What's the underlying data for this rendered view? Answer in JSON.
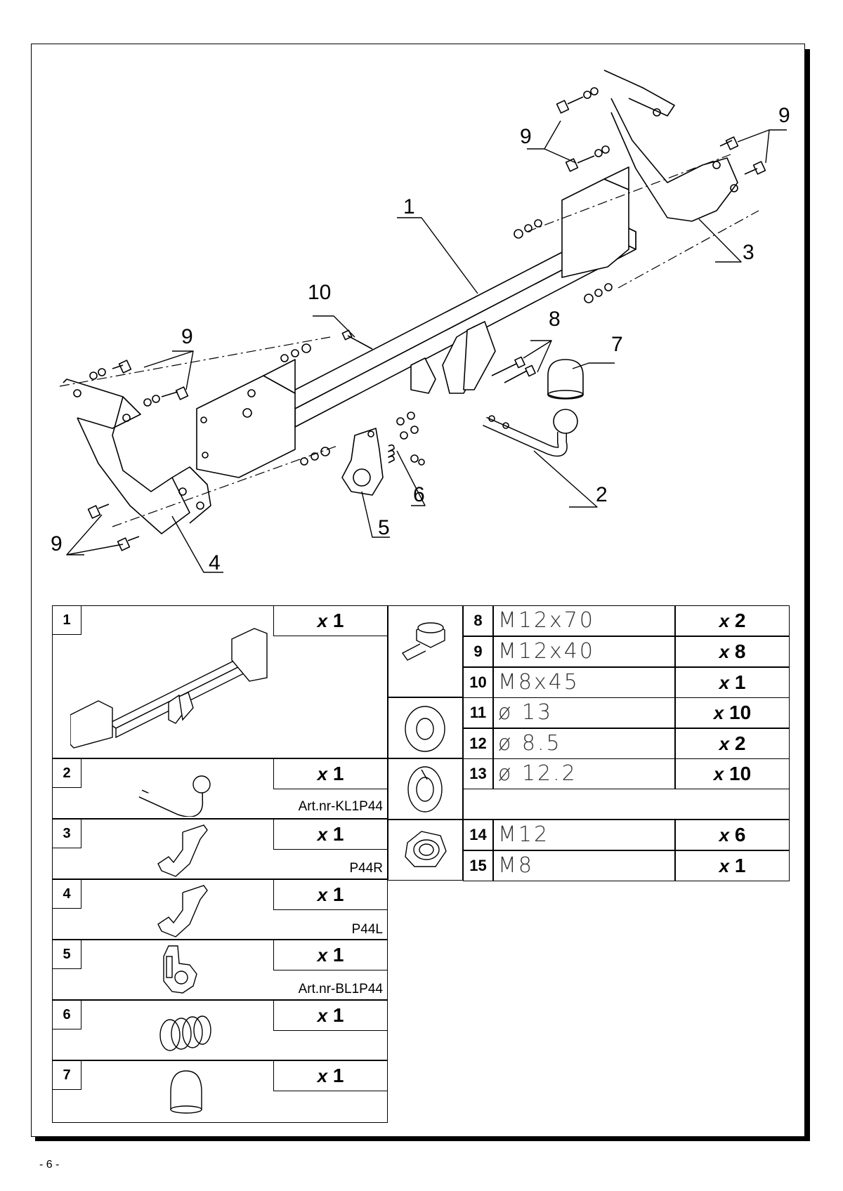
{
  "diagram": {
    "callouts": [
      {
        "id": "c1",
        "text": "1"
      },
      {
        "id": "c2",
        "text": "2"
      },
      {
        "id": "c3",
        "text": "3"
      },
      {
        "id": "c4",
        "text": "4"
      },
      {
        "id": "c5",
        "text": "5"
      },
      {
        "id": "c6",
        "text": "6"
      },
      {
        "id": "c7",
        "text": "7"
      },
      {
        "id": "c8",
        "text": "8"
      },
      {
        "id": "c9a",
        "text": "9"
      },
      {
        "id": "c9b",
        "text": "9"
      },
      {
        "id": "c9c",
        "text": "9"
      },
      {
        "id": "c9d",
        "text": "9"
      },
      {
        "id": "c10",
        "text": "10"
      }
    ]
  },
  "parts_left": [
    {
      "num": "1",
      "qty_prefix": "x",
      "qty": "1",
      "art": ""
    },
    {
      "num": "2",
      "qty_prefix": "x",
      "qty": "1",
      "art": "Art.nr-KL1P44"
    },
    {
      "num": "3",
      "qty_prefix": "x",
      "qty": "1",
      "art": "P44R"
    },
    {
      "num": "4",
      "qty_prefix": "x",
      "qty": "1",
      "art": "P44L"
    },
    {
      "num": "5",
      "qty_prefix": "x",
      "qty": "1",
      "art": "Art.nr-BL1P44"
    },
    {
      "num": "6",
      "qty_prefix": "x",
      "qty": "1",
      "art": ""
    },
    {
      "num": "7",
      "qty_prefix": "x",
      "qty": "1",
      "art": ""
    }
  ],
  "parts_right": [
    {
      "num": "8",
      "spec": "M12x70",
      "qty_prefix": "x",
      "qty": "2"
    },
    {
      "num": "9",
      "spec": "M12x40",
      "qty_prefix": "x",
      "qty": "8"
    },
    {
      "num": "10",
      "spec": "M8x45",
      "qty_prefix": "x",
      "qty": "1"
    },
    {
      "num": "11",
      "spec": "ø 13",
      "qty_prefix": "x",
      "qty": "10"
    },
    {
      "num": "12",
      "spec": "ø 8.5",
      "qty_prefix": "x",
      "qty": "2"
    },
    {
      "num": "13",
      "spec": "ø 12.2",
      "qty_prefix": "x",
      "qty": "10"
    },
    {
      "num": "14",
      "spec": "M12",
      "qty_prefix": "x",
      "qty": "6"
    },
    {
      "num": "15",
      "spec": "M8",
      "qty_prefix": "x",
      "qty": "1"
    }
  ],
  "page_number": "- 6 -"
}
